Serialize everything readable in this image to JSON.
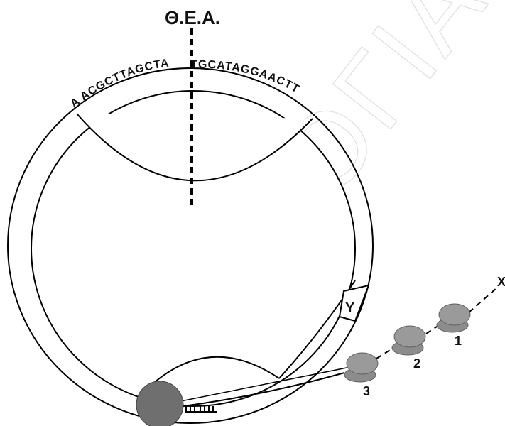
{
  "title": "Θ.Ε.Α.",
  "dna_left_arc": "A ACGCTTAGCTA",
  "dna_right_arc": "TGCATAGGAACTT",
  "region_label": "Y",
  "end_label": "X",
  "ribosome_labels": [
    "1",
    "2",
    "3"
  ],
  "watermark": "ΒΙΟΛΟΓΙΑ",
  "colors": {
    "line": "#000000",
    "ribosome": "#8c8c8c",
    "ribosome_dark": "#5f5f5f",
    "rna_polymerase": "#6f6f6f",
    "watermark": "#bdbdbd"
  }
}
